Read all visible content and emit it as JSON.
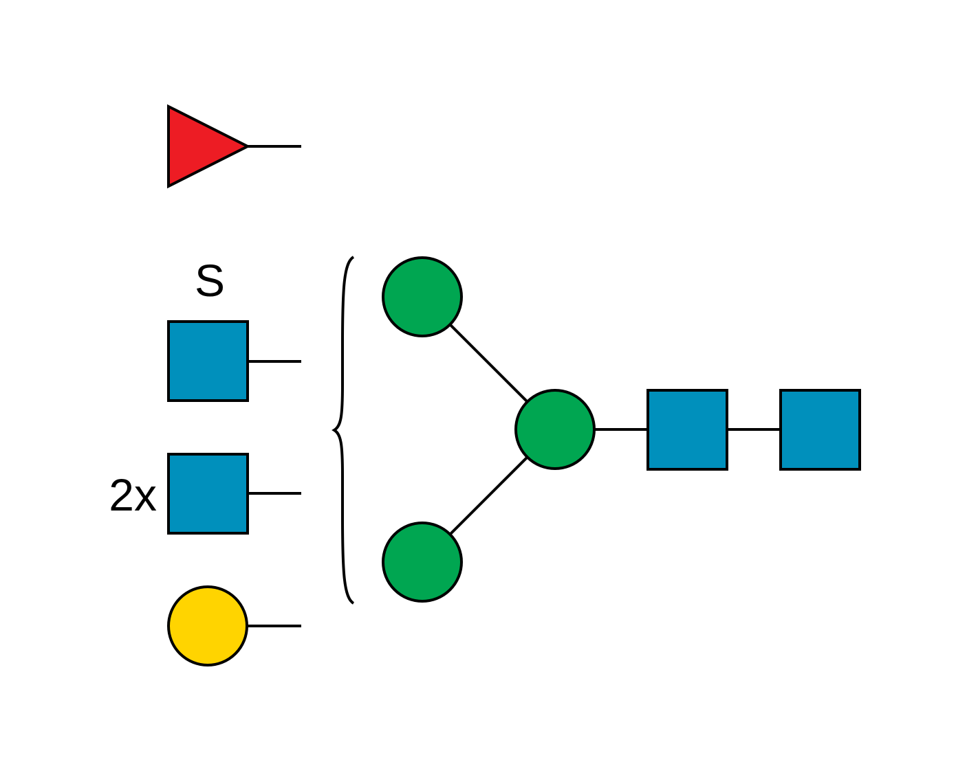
{
  "colors": {
    "fucose": "#ED1C24",
    "glcnac": "#0090BC",
    "mannose": "#00A651",
    "galactose": "#FFD400",
    "line": "#000000",
    "background": "#FFFFFF"
  },
  "antenna_residues": [
    {
      "shape": "triangle",
      "monosaccharide": "fucose",
      "modifier": "",
      "count_label": ""
    },
    {
      "shape": "square",
      "monosaccharide": "glcnac",
      "modifier": "S",
      "count_label": ""
    },
    {
      "shape": "square",
      "monosaccharide": "glcnac",
      "modifier": "",
      "count_label": "2x"
    },
    {
      "shape": "circle",
      "monosaccharide": "galactose",
      "modifier": "",
      "count_label": ""
    }
  ],
  "core_residues": [
    {
      "id": "man-upper",
      "shape": "circle",
      "monosaccharide": "mannose"
    },
    {
      "id": "man-lower",
      "shape": "circle",
      "monosaccharide": "mannose"
    },
    {
      "id": "man-branch",
      "shape": "circle",
      "monosaccharide": "mannose"
    },
    {
      "id": "glcnac-1",
      "shape": "square",
      "monosaccharide": "glcnac"
    },
    {
      "id": "glcnac-2",
      "shape": "square",
      "monosaccharide": "glcnac"
    }
  ],
  "linkages": [
    [
      "man-upper",
      "man-branch"
    ],
    [
      "man-lower",
      "man-branch"
    ],
    [
      "man-branch",
      "glcnac-1"
    ],
    [
      "glcnac-1",
      "glcnac-2"
    ]
  ]
}
